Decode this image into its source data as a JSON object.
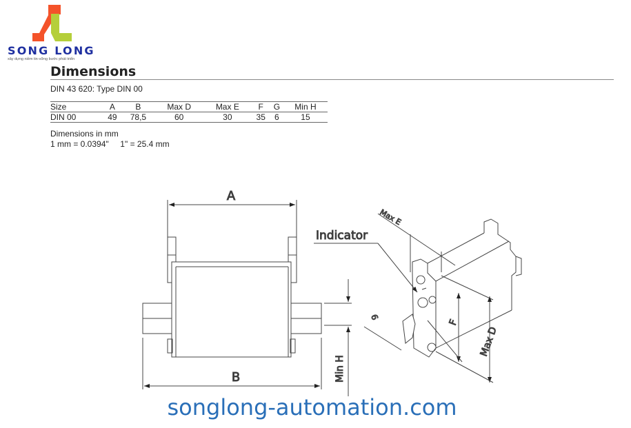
{
  "logo": {
    "brand": "SONG LONG",
    "tagline": "xây dựng niềm tin-vững bước phát triển",
    "colors": {
      "red": "#f4532a",
      "green": "#b5cf3a",
      "blue": "#1e2fa0"
    }
  },
  "title": "Dimensions",
  "subtitle": "DIN 43 620: Type DIN 00",
  "table": {
    "headers": [
      "Size",
      "A",
      "B",
      "Max D",
      "Max E",
      "F",
      "G",
      "Min H"
    ],
    "rows": [
      [
        "DIN 00",
        "49",
        "78,5",
        "60",
        "30",
        "35",
        "6",
        "15"
      ]
    ]
  },
  "notes": {
    "unit": "Dimensions in mm",
    "conversion": "1 mm = 0.0394\"     1\" = 25.4 mm"
  },
  "drawing": {
    "A": "A",
    "B": "B",
    "min_h": "Min H",
    "indicator": "Indicator",
    "max_e": "Max E",
    "g": "6",
    "f": "F",
    "max_d": "Max D"
  },
  "website": "songlong-automation.com"
}
